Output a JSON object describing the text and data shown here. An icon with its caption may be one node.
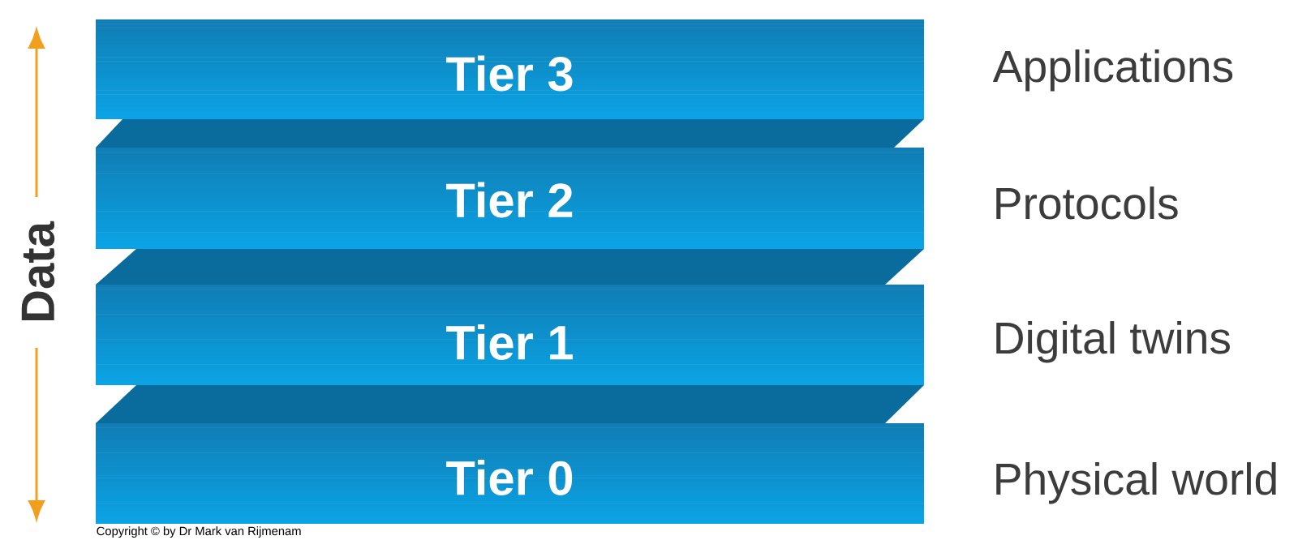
{
  "diagram": {
    "nodes": [
      {
        "text": [
          "Tier 3"
        ],
        "beside": [
          "Applications"
        ]
      },
      {
        "text": [
          "Tier 2"
        ],
        "beside": [
          "Protocols"
        ]
      },
      {
        "text": [
          "Tier 1"
        ],
        "beside": [
          "Digital twins"
        ]
      },
      {
        "text": [
          "Tier 0"
        ],
        "beside": [
          "Physical world"
        ]
      }
    ],
    "labels": [
      "Data",
      "Copyright © by Dr Mark van Rijmenam"
    ]
  }
}
